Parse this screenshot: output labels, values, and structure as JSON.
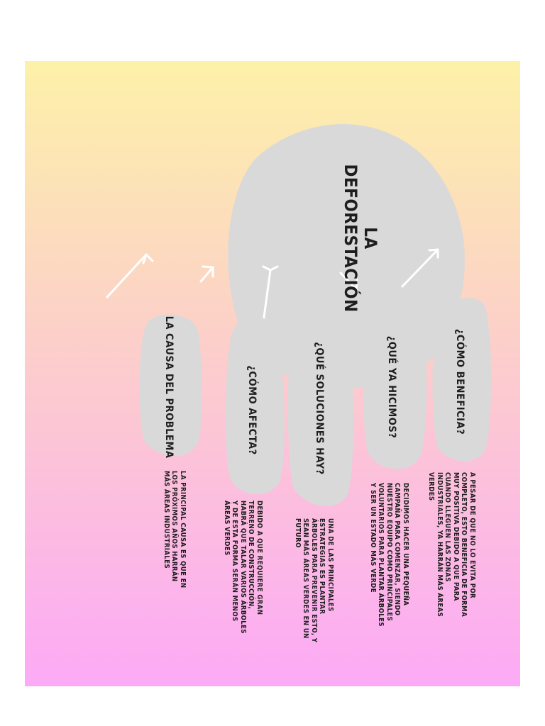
{
  "colors": {
    "gradient_top": "#fdf1a8",
    "gradient_mid": "#fccfca",
    "gradient_bottom": "#fcaaf6",
    "blob": "#d9d9d9",
    "arrow": "#ffffff",
    "text": "#1e1e1e"
  },
  "center": {
    "line1": "LA",
    "line2": "DEFORESTACIÓN"
  },
  "nodes": [
    {
      "label": "LA CAUSA DEL PROBLEMA",
      "description": "LA PRINCIPAL CAUSA ES QUE EN LOS PRÓXIMOS AÑOS HARRÁN MÁS ÁREAS INDUSTRIALES"
    },
    {
      "label": "¿CÓMO AFECTA?",
      "description": "DEBIDO A QUE REQUIERE GRAN TERRENO DE CONSTRUCCIÓN, HABRÁ QUE TALAR VARIOS ÁRBOLES Y DE ESTA FORMA SERÁN MENOS ÁREAS VERDES"
    },
    {
      "label": "¿QUÉ SOLUCIONES HAY?",
      "description": "UNA DE LAS PRINCIPALES ESTRATEGIAS ES PLANTAR ÁRBOLES PARA PREVENIR ESTO, Y SEAN MÁS ÁREAS VERDES EN UN FUTURO"
    },
    {
      "label": "¿QUÉ YA HICIMOS?",
      "description": "DECIDIMOS HACER UNA PEQUEÑA CAMPAÑA PARA COMENZAR, SIENDO NUESTRO EQUIPO COMO PRINCIPALES VOLUNTARIOS PARA PLANTAR ÁRBOLES Y SER UN ESTADO MÁS VERDE"
    },
    {
      "label": "¿CÓMO BENEFICIA?",
      "description": "A PESAR DE QUE NO LO EVITA POR COMPLETO, ESTO BENEFICIA DE FORMA MUY POSITIVA DEBIDO A QUE PARA CUANDO LLEGUEN LAS ZONAS INDUSTRIALES, YA HARRÁN MÁS ÁREAS VERDES"
    }
  ]
}
